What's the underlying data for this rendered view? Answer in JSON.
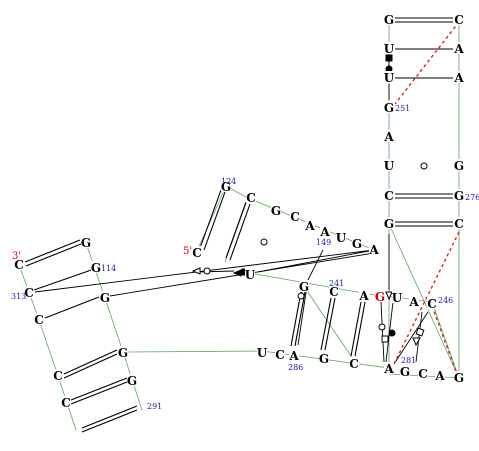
{
  "colors": {
    "nucleotide": "#000000",
    "highlight": "#cc0000",
    "number": "#1a1aa6",
    "backbone": "#5aa85a",
    "pair": "#000000",
    "dashed": "#e02020"
  },
  "nucleotides": [
    {
      "id": "n1",
      "letter": "G"
    },
    {
      "id": "n2",
      "letter": "C"
    },
    {
      "id": "n3",
      "letter": "U"
    },
    {
      "id": "n4",
      "letter": "A"
    },
    {
      "id": "n5",
      "letter": "U"
    },
    {
      "id": "n6",
      "letter": "A"
    },
    {
      "id": "n7",
      "letter": "G"
    },
    {
      "id": "n8",
      "letter": "A"
    },
    {
      "id": "n9",
      "letter": "U"
    },
    {
      "id": "n10",
      "letter": "G"
    },
    {
      "id": "n11",
      "letter": "C"
    },
    {
      "id": "n12",
      "letter": "G"
    },
    {
      "id": "n13",
      "letter": "G"
    },
    {
      "id": "n14",
      "letter": "C"
    },
    {
      "id": "n15",
      "letter": "G"
    },
    {
      "id": "n16",
      "letter": "C"
    },
    {
      "id": "n17",
      "letter": "G"
    },
    {
      "id": "n18",
      "letter": "C"
    },
    {
      "id": "n19",
      "letter": "A"
    },
    {
      "id": "n20",
      "letter": "A"
    },
    {
      "id": "n21",
      "letter": "U"
    },
    {
      "id": "n22",
      "letter": "G"
    },
    {
      "id": "n23",
      "letter": "A"
    },
    {
      "id": "n24",
      "letter": "C"
    },
    {
      "id": "n25",
      "letter": "U"
    },
    {
      "id": "n26",
      "letter": "G"
    },
    {
      "id": "n27",
      "letter": "C"
    },
    {
      "id": "n28",
      "letter": "A"
    },
    {
      "id": "n29",
      "letter": "G"
    },
    {
      "id": "n30",
      "letter": "U"
    },
    {
      "id": "n31",
      "letter": "A"
    },
    {
      "id": "n32",
      "letter": "C"
    },
    {
      "id": "n33",
      "letter": "A"
    },
    {
      "id": "n34",
      "letter": "U"
    },
    {
      "id": "n35",
      "letter": "C"
    },
    {
      "id": "n36",
      "letter": "A"
    },
    {
      "id": "n37",
      "letter": "G"
    },
    {
      "id": "n38",
      "letter": "C"
    },
    {
      "id": "n39",
      "letter": "G"
    },
    {
      "id": "n40",
      "letter": "C"
    },
    {
      "id": "n41",
      "letter": "A"
    },
    {
      "id": "n42",
      "letter": "G"
    },
    {
      "id": "n43",
      "letter": "C"
    },
    {
      "id": "n44",
      "letter": "G"
    },
    {
      "id": "n45",
      "letter": "G"
    },
    {
      "id": "n46",
      "letter": "C"
    },
    {
      "id": "n47",
      "letter": "G"
    },
    {
      "id": "n48",
      "letter": "C"
    },
    {
      "id": "n49",
      "letter": "G"
    },
    {
      "id": "n50",
      "letter": "C"
    },
    {
      "id": "n51",
      "letter": "G"
    },
    {
      "id": "n52",
      "letter": "C"
    }
  ],
  "numbers": {
    "n251": "251",
    "n276": "276",
    "n124": "124",
    "n149": "149",
    "n241": "241",
    "n246": "246",
    "n281": "281",
    "n286": "286",
    "n114": "114",
    "n313": "313",
    "n291": "291"
  },
  "primes": {
    "three_prime": "3'",
    "five_prime": "5'"
  }
}
